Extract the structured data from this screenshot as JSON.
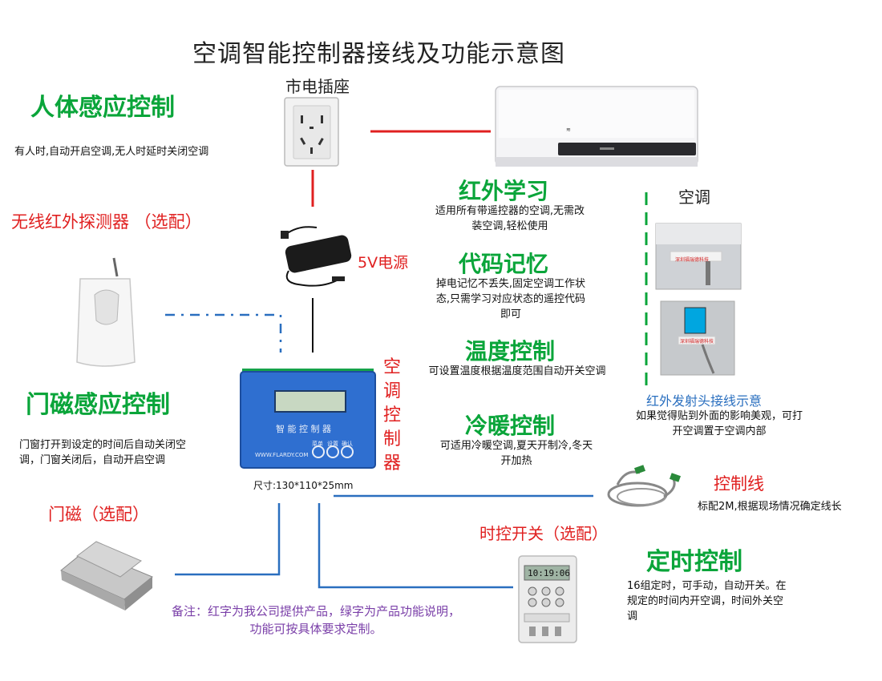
{
  "title": "空调智能控制器接线及功能示意图",
  "socket_label": "市电插座",
  "ac_label": "空调",
  "power_label": "5V电源",
  "controller": {
    "side_label": "空调控制器",
    "panel_text": "智 能 控 制 器",
    "url": "WWW.FLARDY.COM",
    "buttons": [
      "菜单",
      "设置",
      "确认"
    ],
    "size": "尺寸:130*110*25mm"
  },
  "features": {
    "human": {
      "title": "人体感应控制",
      "desc": "有人时,自动开启空调,无人时延时关闭空调"
    },
    "pir": {
      "title": "无线红外探测器 （选配）"
    },
    "door": {
      "title": "门磁感应控制",
      "desc": "门窗打开到设定的时间后自动关闭空调，门窗关闭后，自动开启空调"
    },
    "door_opt": {
      "title": "门磁（选配）"
    },
    "ir_learn": {
      "title": "红外学习",
      "desc": "适用所有带遥控器的空调,无需改装空调,轻松使用"
    },
    "code_mem": {
      "title": "代码记忆",
      "desc": "掉电记忆不丢失,固定空调工作状态,只需学习对应状态的遥控代码即可"
    },
    "temp": {
      "title": "温度控制",
      "desc": "可设置温度根据温度范围自动开关空调"
    },
    "heat_cool": {
      "title": "冷暖控制",
      "desc": "可适用冷暖空调,夏天开制冷,冬天开加热"
    },
    "ir_emitter": {
      "title": "红外发射头接线示意",
      "desc": "如果觉得贴到外面的影响美观，可打开空调置于空调内部"
    },
    "control_line": {
      "title": "控制线",
      "desc": "标配2M,根据现场情况确定线长"
    },
    "timer_opt": {
      "title": "时控开关（选配）"
    },
    "timer": {
      "title": "定时控制",
      "desc": "16组定时，可手动，自动开关。在规定的时间内开空调，时间外关空调"
    }
  },
  "note": {
    "line1": "备注：红字为我公司提供产品，绿字为产品功能说明，",
    "line2": "功能可按具体要求定制。"
  },
  "photo_caption": "深圳福瑞德科技",
  "timer_display": "10:19:06",
  "colors": {
    "green": "#0aa53a",
    "red": "#e02020",
    "blue": "#2a6fbf",
    "purple": "#7a3fa8",
    "controller_blue": "#2f6fd0"
  }
}
